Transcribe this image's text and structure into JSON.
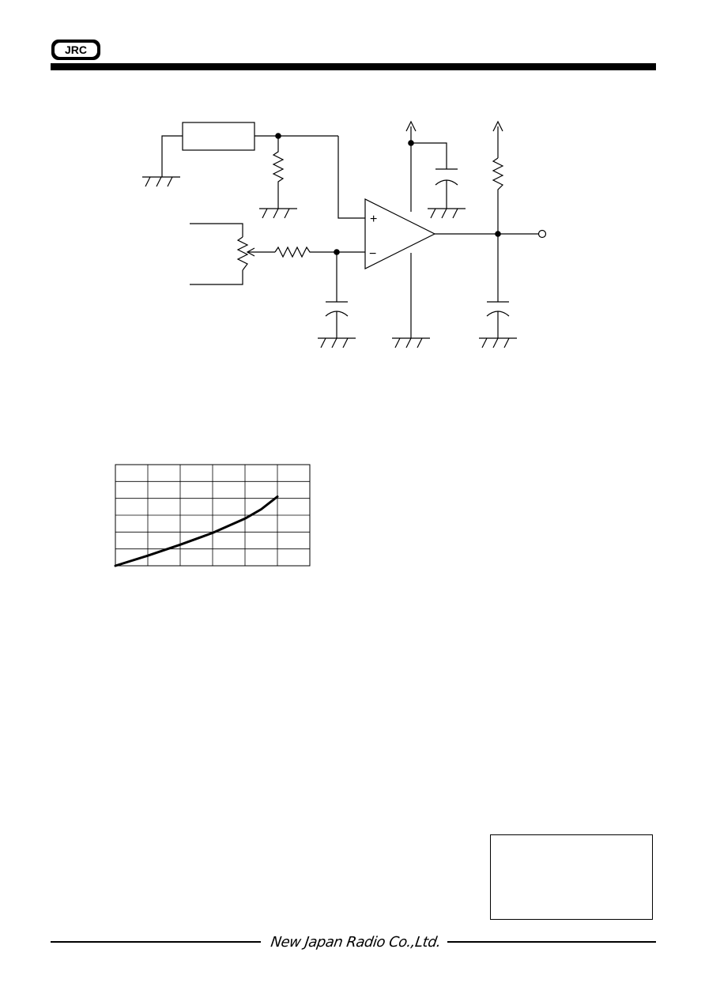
{
  "header": {
    "logo_text": "JRC"
  },
  "schematic": {
    "plus_sign": "+",
    "minus_sign": "−"
  },
  "chart_data": {
    "type": "line",
    "title": "",
    "xlabel": "",
    "ylabel": "",
    "grid": true,
    "grid_columns": 6,
    "grid_rows": 6,
    "xlim": [
      0,
      6
    ],
    "ylim": [
      0,
      6
    ],
    "series": [
      {
        "x": [
          0,
          1,
          2,
          3,
          4,
          4.5,
          5
        ],
        "y": [
          0,
          0.6,
          1.25,
          1.95,
          2.8,
          3.35,
          4.1
        ]
      }
    ]
  },
  "footer": {
    "company": "New Japan Radio Co.,Ltd."
  }
}
